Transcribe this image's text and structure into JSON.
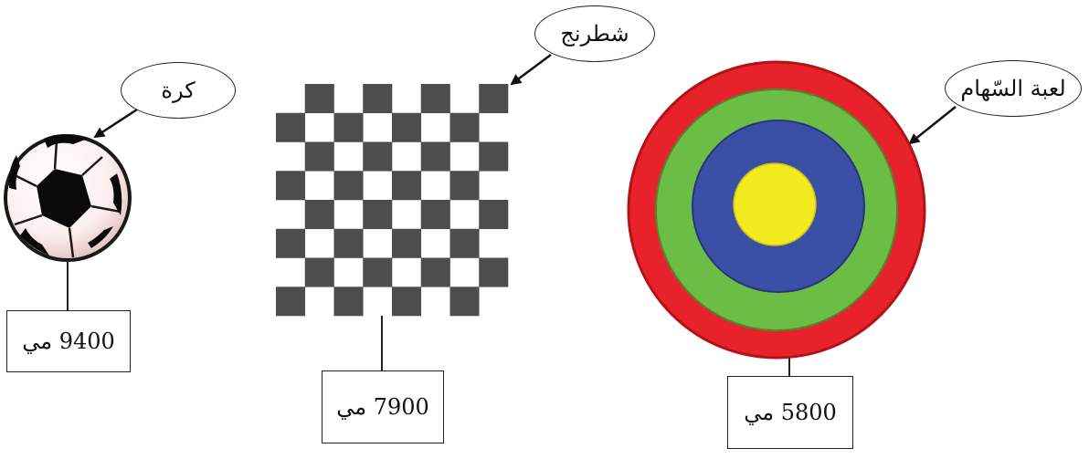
{
  "items": [
    {
      "label": "كرة",
      "price": "9400 مي"
    },
    {
      "label": "شطرنج",
      "price": "7900 مي"
    },
    {
      "label": "لعبة السّهام",
      "price": "5800 مي"
    }
  ],
  "colors": {
    "target_outer": "#e8222a",
    "target_green": "#6cbd45",
    "target_blue": "#3a4fa6",
    "target_center": "#f2e91e",
    "chess_dark": "#4d4d4d",
    "chess_light": "#ffffff"
  },
  "icons": [
    "soccer-ball-icon",
    "chessboard-icon",
    "dartboard-icon",
    "arrow-icon"
  ]
}
